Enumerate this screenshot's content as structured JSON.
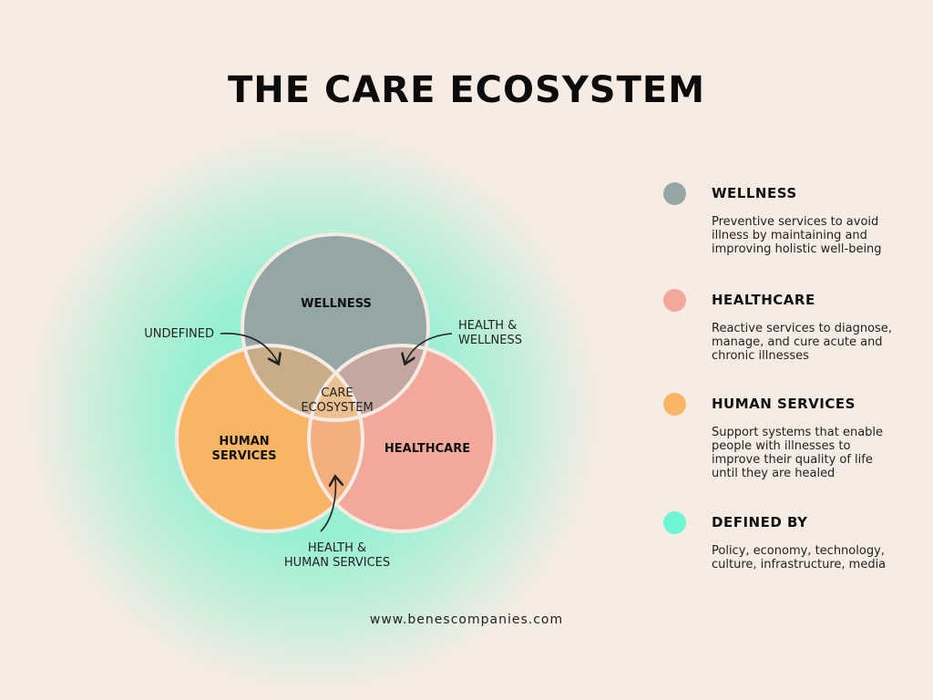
{
  "title": "THE CARE ECOSYSTEM",
  "colors": {
    "background": "#f6ece3",
    "wellness": "#94a7a6",
    "healthcare": "#f2a99b",
    "human_services": "#f8b565",
    "defined_by": "#6ef5d3"
  },
  "venn": {
    "wellness": "WELLNESS",
    "human_services": [
      "HUMAN",
      "SERVICES"
    ],
    "healthcare": "HEALTHCARE",
    "center": [
      "CARE",
      "ECOSYSTEM"
    ],
    "undefined": "UNDEFINED",
    "health_wellness": [
      "HEALTH &",
      "WELLNESS"
    ],
    "health_human": [
      "HEALTH &",
      "HUMAN SERVICES"
    ]
  },
  "legend": [
    {
      "title": "WELLNESS",
      "desc": "Preventive services to avoid illness by maintaining and improving holistic well-being"
    },
    {
      "title": "HEALTHCARE",
      "desc": "Reactive services to diagnose, manage, and cure acute and chronic illnesses"
    },
    {
      "title": "HUMAN SERVICES",
      "desc": "Support systems that enable people with illnesses to improve their quality of life until they are healed"
    },
    {
      "title": "DEFINED BY",
      "desc": "Policy, economy, technology, culture, infrastructure, media"
    }
  ],
  "footer": "www.benescompanies.com"
}
